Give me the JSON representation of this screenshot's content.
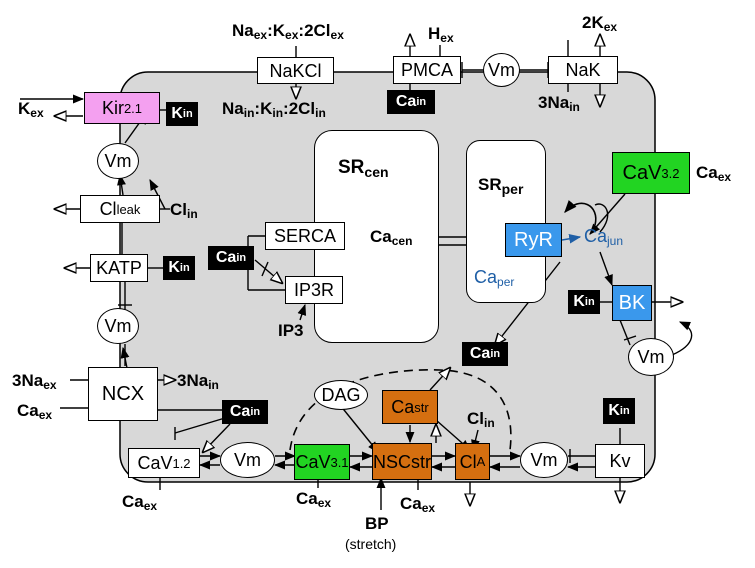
{
  "labels": {
    "nakcl_ex": [
      "Na",
      "ex",
      ":K",
      "ex",
      ":2Cl",
      "ex"
    ],
    "nakcl_in": [
      "Na",
      "in",
      ":K",
      "in",
      ":2Cl",
      "in"
    ],
    "h_ex": [
      "H",
      "ex"
    ],
    "k2_ex": "2K",
    "k2_ex_sub": "ex",
    "na3_in_top": "3Na",
    "na3_in_top_sub": "in",
    "k_ex": "K",
    "k_ex_sub": "ex",
    "cl_in": "Cl",
    "cl_in_sub": "in",
    "ca_ex_right": "Ca",
    "ca_ex_right_sub": "ex",
    "ip3": "IP3",
    "na3_ex": "3Na",
    "na3_ex_sub": "ex",
    "na3_in": "3Na",
    "na3_in_sub": "in",
    "ca_ex_left": "Ca",
    "ca_ex_left_sub": "ex",
    "ca_ex_cav12": "Ca",
    "ca_ex_cav12_sub": "ex",
    "ca_ex_cav31": "Ca",
    "ca_ex_cav31_sub": "ex",
    "ca_ex_nsc": "Ca",
    "ca_ex_nsc_sub": "ex",
    "cl_in_cla": "Cl",
    "cl_in_cla_sub": "in",
    "bp": "BP",
    "stretch": "(stretch)",
    "ca_cen": "Ca",
    "ca_cen_sub": "cen",
    "ca_per": "Ca",
    "ca_per_sub": "per",
    "ca_jun": "Ca",
    "ca_jun_sub": "jun"
  },
  "boxes": {
    "nakcl": "NaKCl",
    "pmca": "PMCA",
    "nak": "NaK",
    "kir": "Kir",
    "kir_sub": "2.1",
    "clleak": "Cl",
    "clleak_sub": "leak",
    "katp": "KATP",
    "ncx": "NCX",
    "serca": "SERCA",
    "ip3r": "IP3R",
    "ryr": "RyR",
    "bk": "BK",
    "cav32": "CaV",
    "cav32_sub": "3.2",
    "cav12": "CaV",
    "cav12_sub": "1.2",
    "cav31": "CaV",
    "cav31_sub": "3.1",
    "nscstr": "NSCstr",
    "cla": "Cl",
    "cla_sub": "A",
    "kv": "Kv",
    "castr": "Ca",
    "castr_sub": "str",
    "dag": "DAG",
    "vm": "Vm"
  },
  "dark_labels": {
    "ca": "Ca",
    "ca_sub": "in",
    "k": "K",
    "k_sub": "in"
  },
  "sr": {
    "cen": "SR",
    "cen_sub": "cen",
    "per": "SR",
    "per_sub": "per"
  },
  "colors": {
    "cell": "#d8d8d8",
    "kir": "#f4a0f0",
    "cav": "#22d422",
    "nsc": "#d56f10",
    "ryr_bk": "#3a98ec",
    "ca_blue_text": "#1f5fa6"
  }
}
